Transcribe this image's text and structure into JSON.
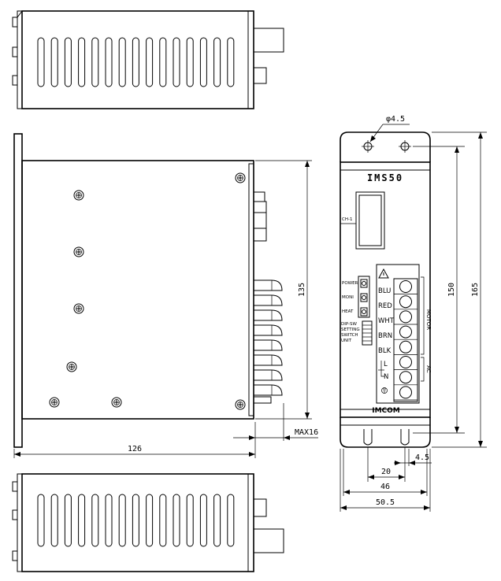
{
  "product": {
    "model": "IMS50",
    "brand": "IMCOM",
    "display_label": "CH-1"
  },
  "indicators": [
    "POWER",
    "MONI",
    "HEAT"
  ],
  "dip_label_lines": [
    "DIP-SW",
    "SETTING",
    "SWITCH",
    "UNIT"
  ],
  "terminals": {
    "motor_wires": [
      "BLU",
      "RED",
      "WHT",
      "BRN",
      "BLK"
    ],
    "motor_group": "MOTOR",
    "ac_wires": [
      "L",
      "N"
    ],
    "ac_group": "AC"
  },
  "dimensions": {
    "hole_dia": "φ4.5",
    "side_length": "126",
    "side_height": "135",
    "terminal_protrusion": "MAX16",
    "front_height_inner": "150",
    "front_height_total": "165",
    "slot_pitch": "20",
    "slot_width": "4.5",
    "width_inner": "46",
    "width_total": "50.5"
  }
}
